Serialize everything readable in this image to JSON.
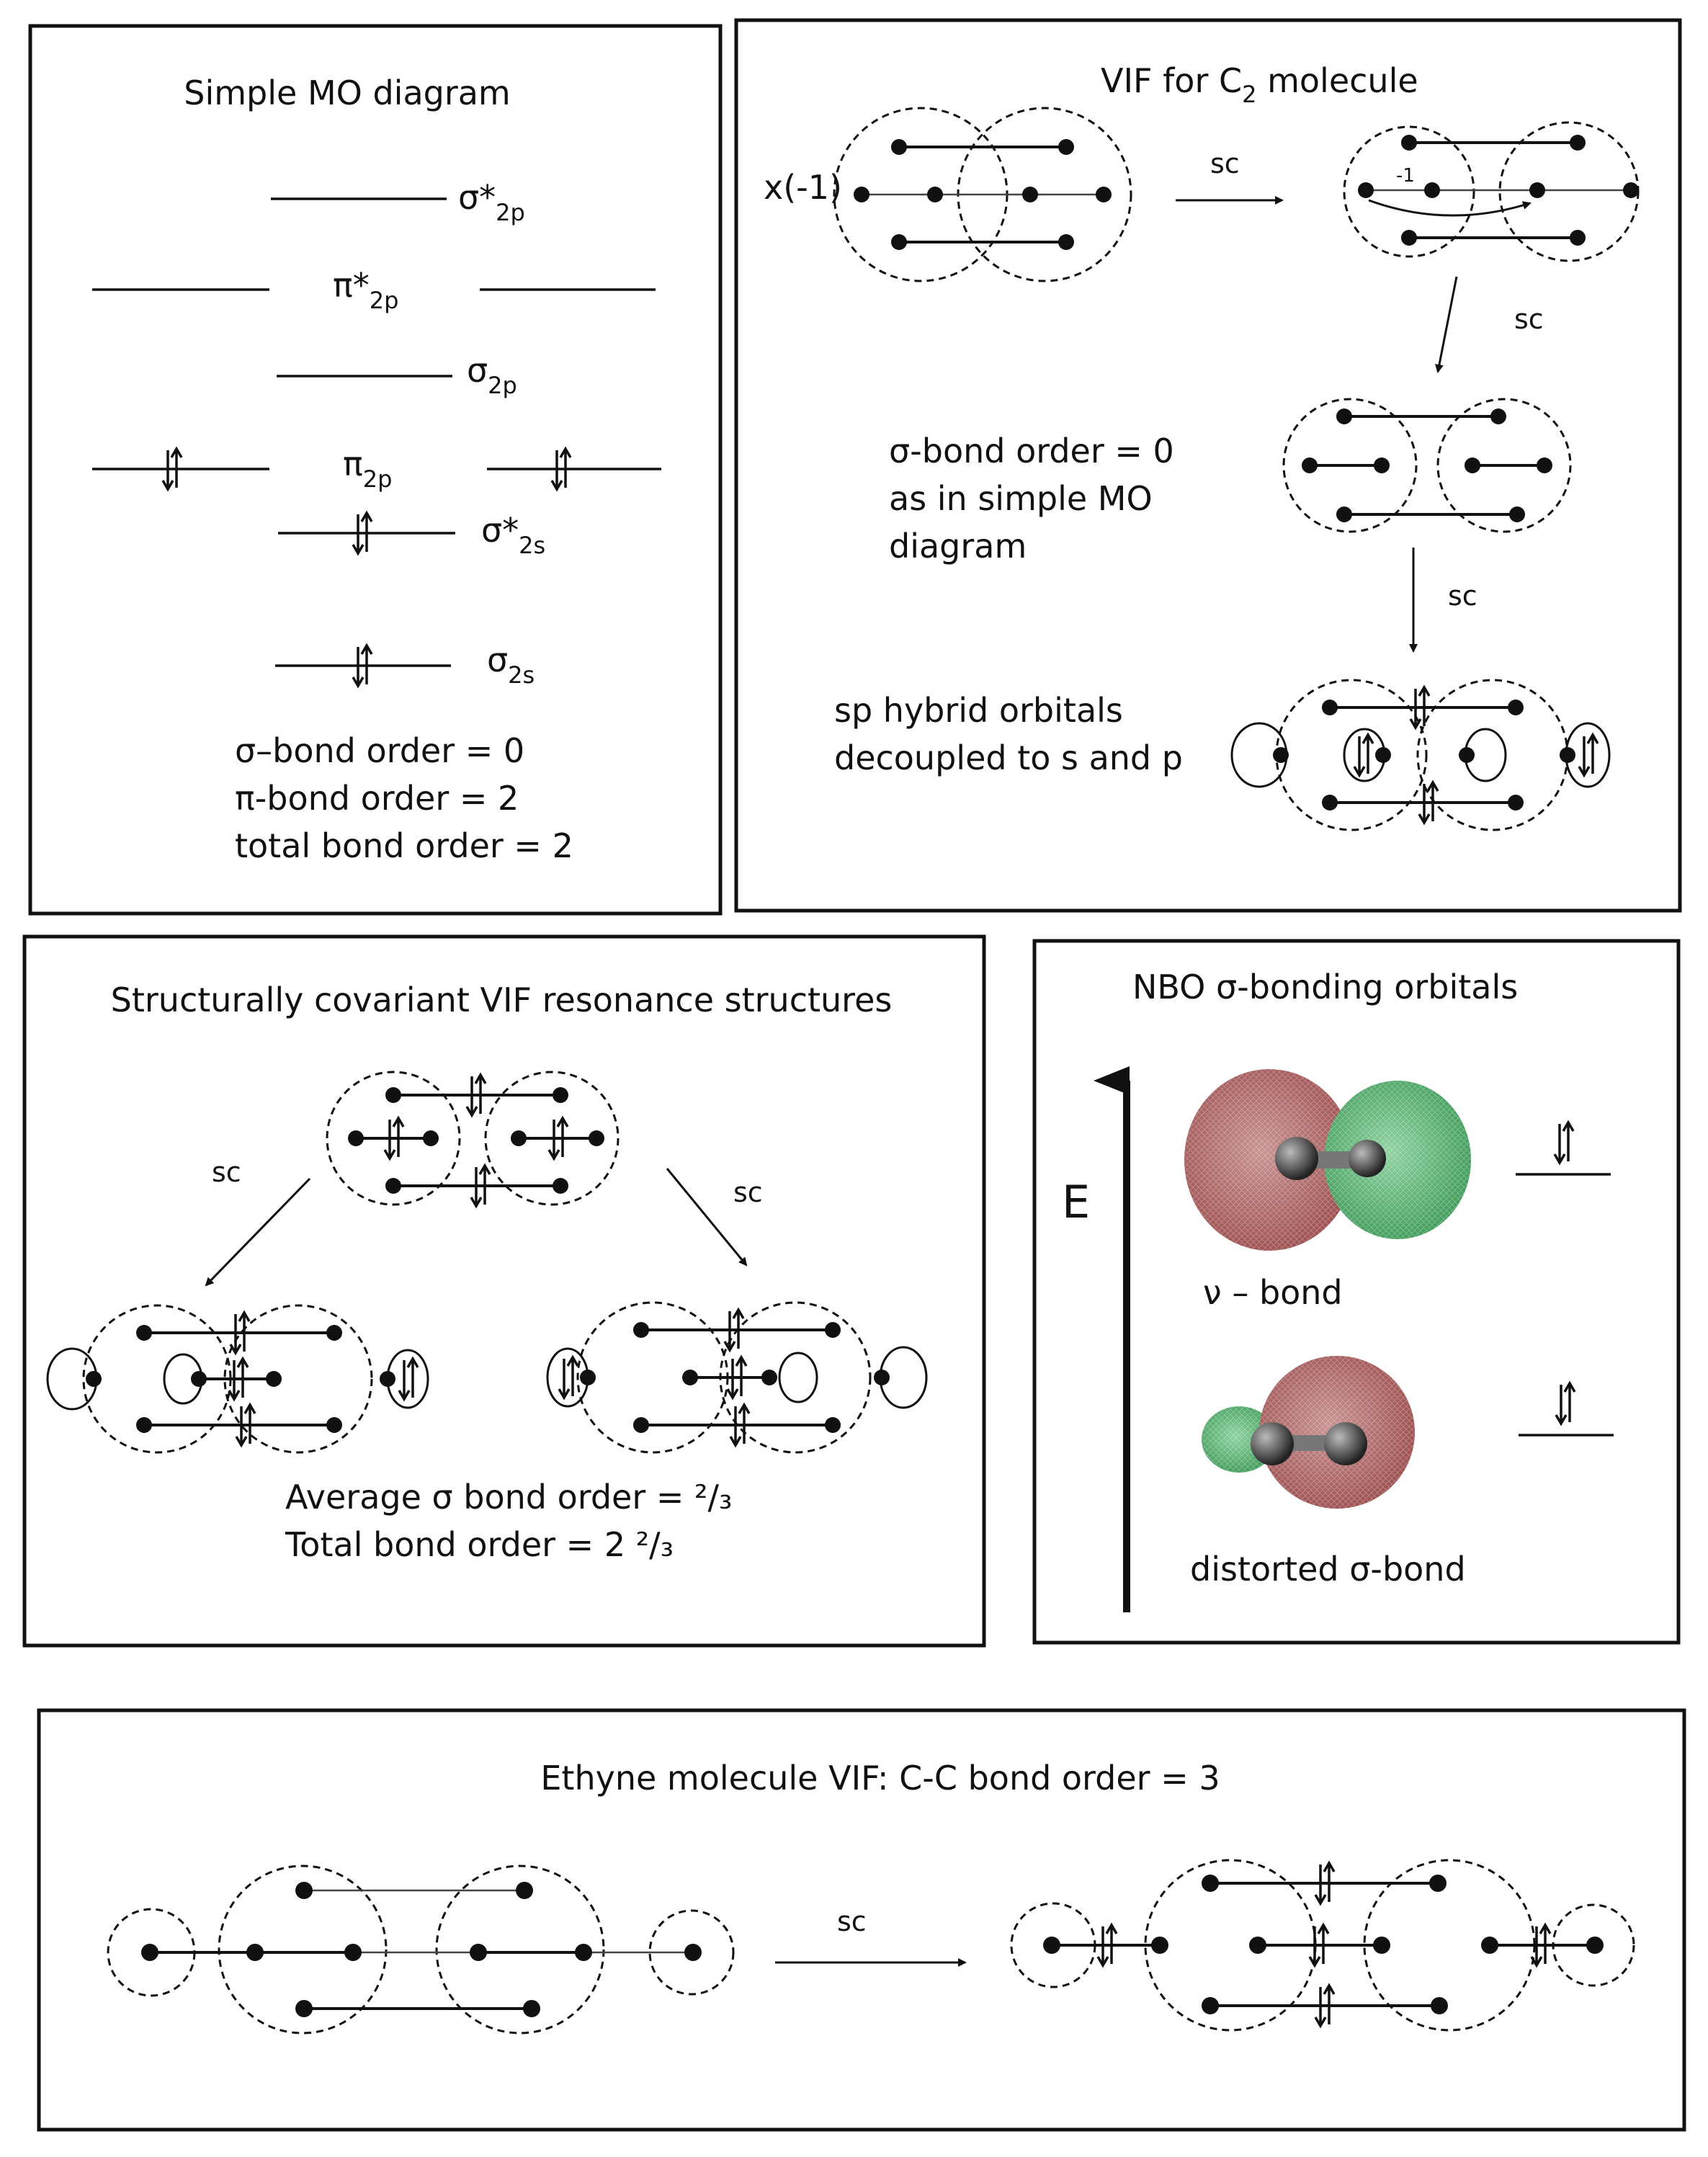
{
  "panel_mo": {
    "title": "Simple MO diagram",
    "levels": {
      "sigma_star_2p": "σ*2p",
      "pi_star_2p": "π*2p",
      "sigma_2p": "σ2p",
      "pi_2p": "π2p",
      "sigma_star_2s": "σ*2s",
      "sigma_2s": "σ2s"
    },
    "summary": [
      "σ–bond order = 0",
      "π-bond order = 2",
      "total bond order = 2"
    ]
  },
  "panel_vif": {
    "title": "VIF for C₂ molecule",
    "multiplier": "x(-1)",
    "minus_one": "-1",
    "step_label": "sc",
    "note": [
      "σ-bond order = 0",
      "as in simple MO",
      "diagram"
    ],
    "hybrid_note": [
      "sp hybrid orbitals",
      "decoupled to s and p"
    ]
  },
  "panel_resonance": {
    "title": "Structurally covariant VIF resonance structures",
    "step_label": "sc",
    "average": "Average σ bond order = ²/₃",
    "total": "Total bond order = 2 ²/₃"
  },
  "panel_nbo": {
    "title": "NBO σ-bonding orbitals",
    "axis": "E",
    "upper_label": "ν – bond",
    "lower_label": "distorted σ-bond",
    "colors": {
      "red_lobe": "#a85c5c",
      "green_lobe": "#4aa364"
    }
  },
  "panel_ethyne": {
    "title": "Ethyne molecule VIF:  C-C bond order = 3",
    "step_label": "sc"
  }
}
